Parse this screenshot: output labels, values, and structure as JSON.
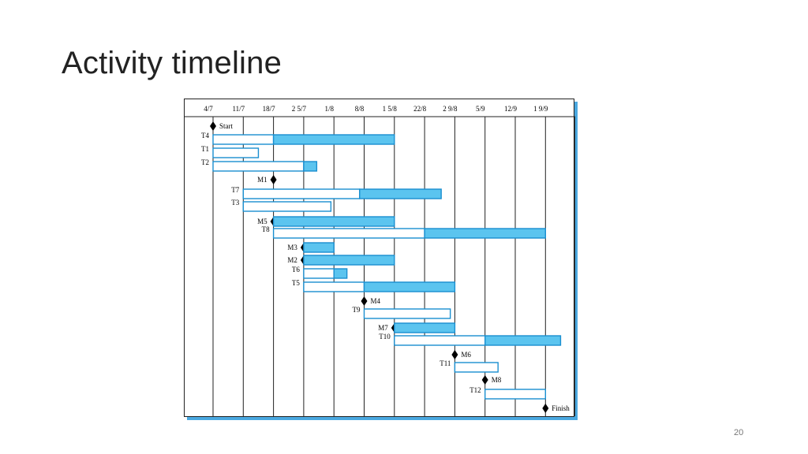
{
  "slide": {
    "title": "Activity timeline",
    "page_number": "20"
  },
  "colors": {
    "bar_fill": "#5bc4ef",
    "bar_stroke": "#1a8fd0",
    "frame_shadow": "#4aa8e0",
    "milestone": "#000000"
  },
  "chart_data": {
    "type": "gantt",
    "dates": [
      "4/7",
      "11/7",
      "18/7",
      "25/7",
      "1/8",
      "8/8",
      "15/8",
      "22/8",
      "29/8",
      "5/9",
      "12/9",
      "19/9"
    ],
    "date_labels": [
      "4/7",
      "11/7",
      "18/7",
      "2 5/7",
      "1/8",
      "8/8",
      "1 5/8",
      "22/8",
      "2 9/8",
      "5/9",
      "12/9",
      "1 9/9"
    ],
    "rows": [
      {
        "name": "Start",
        "kind": "milestone",
        "label_side": "right",
        "at": "4/7"
      },
      {
        "name": "T4",
        "kind": "task",
        "start": "4/7",
        "duration_weeks": 2,
        "float_weeks": 4
      },
      {
        "name": "T1",
        "kind": "task",
        "start": "4/7",
        "duration_weeks": 1.5,
        "float_weeks": 0
      },
      {
        "name": "T2",
        "kind": "task",
        "start": "4/7",
        "duration_weeks": 3,
        "float_weeks": 0.43
      },
      {
        "name": "M1",
        "kind": "milestone",
        "label_side": "left",
        "at": "18/7"
      },
      {
        "name": "T7",
        "kind": "task",
        "start": "11/7",
        "duration_weeks": 3.85,
        "float_weeks": 2.7
      },
      {
        "name": "T3",
        "kind": "task",
        "start": "11/7",
        "duration_weeks": 2.9,
        "float_weeks": 0
      },
      {
        "name": "M5",
        "kind": "milestone",
        "label_side": "left",
        "at": "18/7"
      },
      {
        "name": "T8",
        "kind": "task",
        "start": "18/7",
        "duration_weeks": 5,
        "float_weeks": 4
      },
      {
        "name": "M3",
        "kind": "milestone",
        "label_side": "left",
        "at": "25/7"
      },
      {
        "name": "M2",
        "kind": "milestone",
        "label_side": "left",
        "at": "25/7"
      },
      {
        "name": "T6",
        "kind": "task",
        "start": "25/7",
        "duration_weeks": 1,
        "float_weeks": 0.43
      },
      {
        "name": "T5",
        "kind": "task",
        "start": "25/7",
        "duration_weeks": 2,
        "float_weeks": 3
      },
      {
        "name": "M4",
        "kind": "milestone",
        "label_side": "right",
        "at": "8/8"
      },
      {
        "name": "T9",
        "kind": "task",
        "start": "8/8",
        "duration_weeks": 2.85,
        "float_weeks": 0
      },
      {
        "name": "M7",
        "kind": "milestone",
        "label_side": "left",
        "at": "15/8"
      },
      {
        "name": "T10",
        "kind": "task",
        "start": "15/8",
        "duration_weeks": 3,
        "float_weeks": 2.5
      },
      {
        "name": "M6",
        "kind": "milestone",
        "label_side": "right",
        "at": "29/8"
      },
      {
        "name": "T11",
        "kind": "task",
        "start": "29/8",
        "duration_weeks": 1.43,
        "float_weeks": 0
      },
      {
        "name": "M8",
        "kind": "milestone",
        "label_side": "right",
        "at": "5/9"
      },
      {
        "name": "T12",
        "kind": "task",
        "start": "5/9",
        "duration_weeks": 2,
        "float_weeks": 0
      },
      {
        "name": "Finish",
        "kind": "milestone",
        "label_side": "right",
        "at": "19/9"
      }
    ],
    "solid_bars": [
      {
        "row": "M5",
        "start": "18/7",
        "end": "15/8"
      },
      {
        "row": "M3",
        "start": "25/7",
        "end": "1/8"
      },
      {
        "row": "M2",
        "start": "25/7",
        "end": "15/8"
      },
      {
        "row": "M7",
        "start": "15/8",
        "end": "29/8"
      }
    ]
  }
}
